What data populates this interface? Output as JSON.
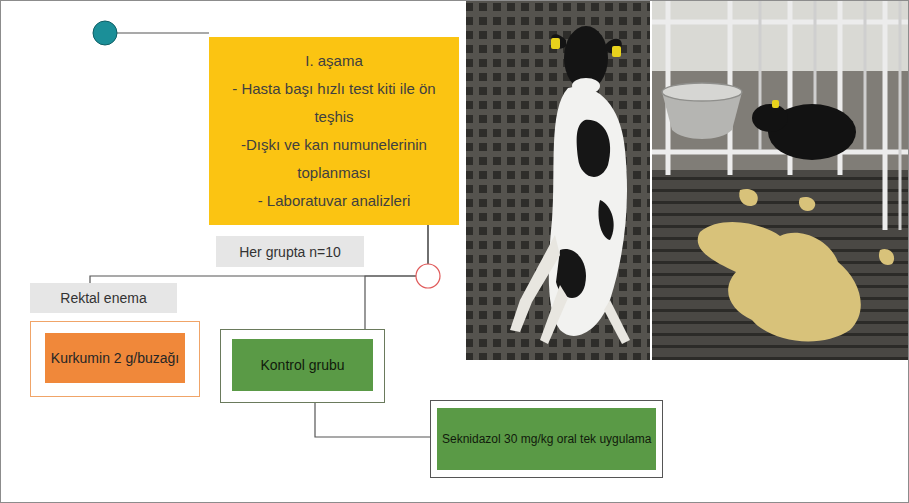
{
  "diagram": {
    "nodes": [
      {
        "text": [
          "I. aşama",
          "- Hasta başı hızlı test kiti ile ön teşhis",
          "-Dışkı ve kan numunelerinin toplanması",
          "- Laboratuvar analizleri"
        ]
      },
      {
        "text": [
          "Her grupta n=10"
        ]
      },
      {
        "text": [
          "Rektal enema"
        ]
      },
      {
        "text": [
          "Kurkumin 2 g/buzağı"
        ]
      },
      {
        "text": [
          "Kontrol grubu"
        ]
      },
      {
        "text": [
          "Seknidazol 30 mg/kg oral tek uygulama"
        ]
      }
    ],
    "edges": [
      {
        "from": 0,
        "to": 2,
        "arrow": "none"
      },
      {
        "from": 0,
        "to": 4,
        "arrow": "none"
      },
      {
        "from": 4,
        "to": 5,
        "arrow": "none"
      }
    ]
  }
}
